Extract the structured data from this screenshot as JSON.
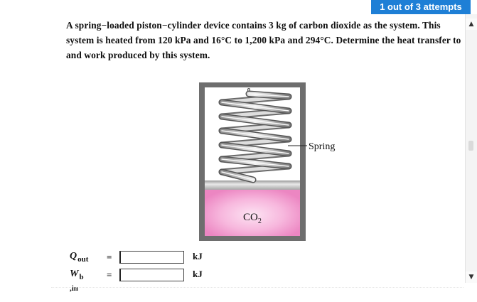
{
  "header": {
    "attempts_label": "1 out of 3 attempts"
  },
  "question": {
    "text": "A spring−loaded piston−cylinder device contains 3 kg of carbon dioxide as the system. This system is heated from 120 kPa and 16°C to 1,200 kPa and 294°C. Determine the heat transfer to and work produced by this system."
  },
  "figure": {
    "spring_label": "Spring",
    "gas_label_main": "CO",
    "gas_label_sub": "2"
  },
  "answers": [
    {
      "symbol": "Q",
      "subscript": "out",
      "equals": "=",
      "value": "",
      "unit": "kJ"
    },
    {
      "symbol": "W",
      "subscript": "b ,in",
      "equals": "=",
      "value": "",
      "unit": "kJ"
    }
  ],
  "scrollbar": {
    "up_icon": "▲",
    "down_icon": "▼"
  },
  "colors": {
    "accent": "#1e7fd6",
    "gas_fill": "#f6a9d6",
    "cylinder_wall": "#6e6e6e"
  }
}
